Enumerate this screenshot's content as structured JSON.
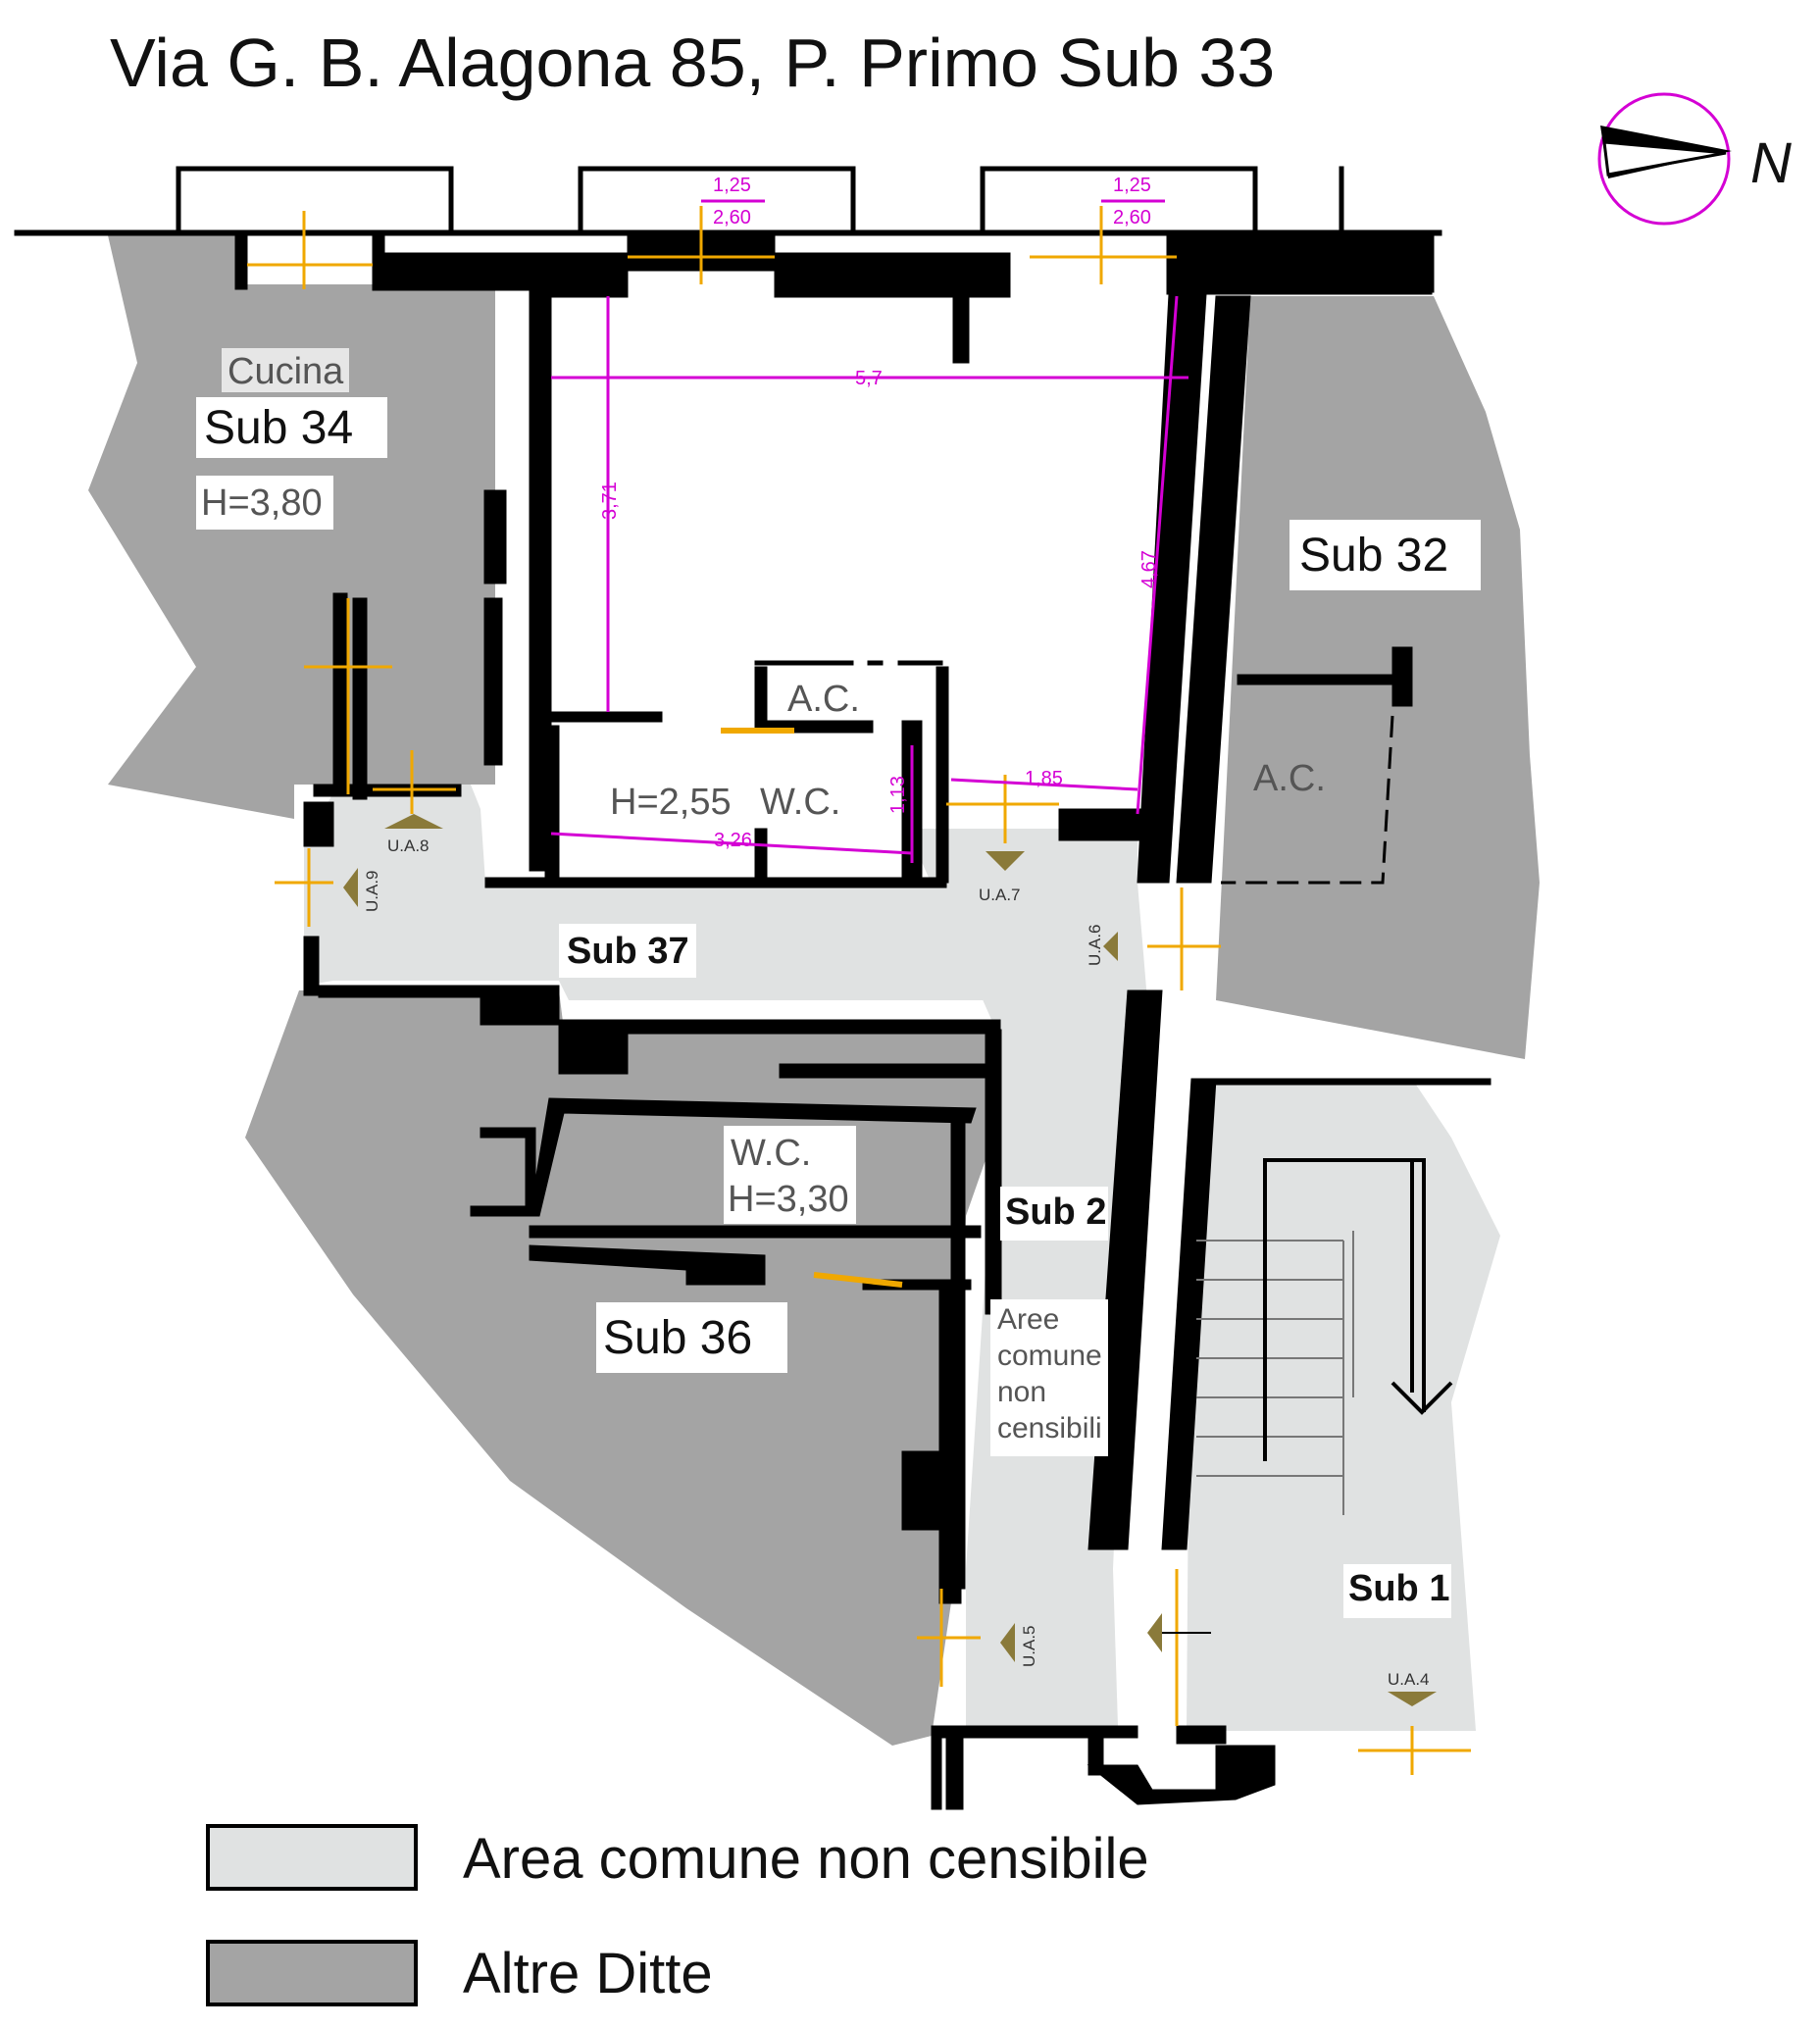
{
  "title": "Via G. B. Alagona 85, P.   Primo Sub 33",
  "north_label": "N",
  "colors": {
    "common_area": "#e0e2e2",
    "other_owners": "#a4a4a4",
    "wall": "#000000",
    "dimension": "#d400d4",
    "opening": "#f0a800",
    "compass": "#d400d4"
  },
  "rooms": {
    "cucina": "Cucina",
    "sub34": "Sub 34",
    "h380": "H=3,80",
    "sub32": "Sub 32",
    "ac_top": "A.C.",
    "ac_right": "A.C.",
    "h255": "H=2,55",
    "wc_top": "W.C.",
    "sub37": "Sub 37",
    "wc_bottom": "W.C.",
    "h330": "H=3,30",
    "sub36": "Sub 36",
    "sub2": "Sub 2",
    "aree_1": "Aree",
    "aree_2": "comune",
    "aree_3": "non",
    "aree_4": "censibili",
    "sub1": "Sub 1"
  },
  "dimensions": {
    "d_win1_w": "1,25",
    "d_win1_h": "2,60",
    "d_win2_w": "1,25",
    "d_win2_h": "2,60",
    "d_57": "5,7",
    "d_371": "3,71",
    "d_467": "4,67",
    "d_185": "1,85",
    "d_113": "1,13",
    "d_326": "3,26"
  },
  "access_points": {
    "ua4": "U.A.4",
    "ua5": "U.A.5",
    "ua6": "U.A.6",
    "ua7": "U.A.7",
    "ua8": "U.A.8",
    "ua9": "U.A.9"
  },
  "legend": [
    {
      "label": "Area comune non censibile",
      "color_key": "common_area"
    },
    {
      "label": "Altre Ditte",
      "color_key": "other_owners"
    }
  ]
}
